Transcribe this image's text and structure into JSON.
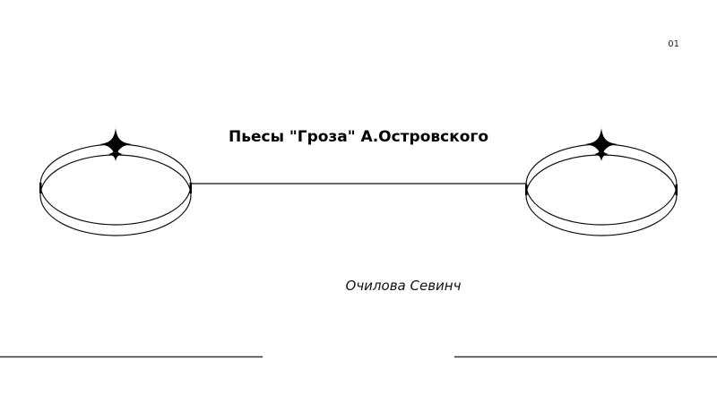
{
  "slide": {
    "title": "Пьесы \"Гроза\" А.Островского",
    "author": "Очилова Севинч",
    "page_number": "01"
  },
  "decorations": {
    "left_orbit": {
      "icon": "four-point-star-icon",
      "shape": "double-ellipse-ring"
    },
    "right_orbit": {
      "icon": "four-point-star-icon",
      "shape": "double-ellipse-ring"
    },
    "connector": "horizontal-line",
    "bottom_lines": [
      "left-rule",
      "right-rule"
    ],
    "stroke_color": "#000000",
    "background_color": "#ffffff"
  }
}
